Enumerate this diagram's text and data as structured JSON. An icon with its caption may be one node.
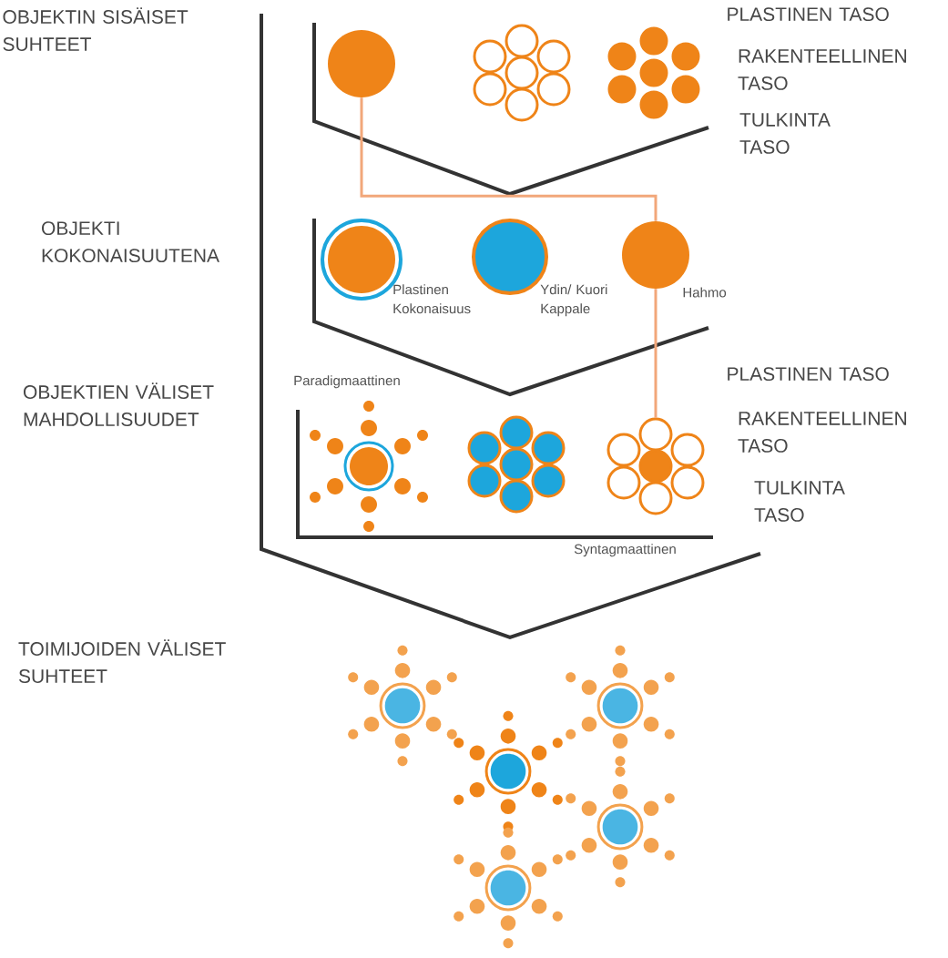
{
  "diagram": {
    "nodes": [
      {
        "text": [],
        "shape": "circle"
      },
      {
        "text": [],
        "shape": "circle",
        "beside": [
          "Hahmo"
        ]
      },
      {
        "text": [],
        "shape": "circle"
      }
    ],
    "edges": [
      {
        "from": 0,
        "to": 1,
        "arrow": "none",
        "color": "#f2a77a"
      },
      {
        "from": 1,
        "to": 2,
        "arrow": "none",
        "color": "#f2a77a"
      }
    ],
    "labels": [
      "OBJEKTIN SISÄISET SUHTEET",
      "PLASTINEN TASO",
      "RAKENTEELLINEN TASO",
      "TULKINTA TASO",
      "OBJEKTI KOKONAISUUTENA",
      "Plastinen Kokonaisuus",
      "Ydin/ Kuori Kappale",
      "Paradigmaattinen",
      "OBJEKTIEN VÄLISET MAHDOLLISUUDET",
      "PLASTINEN TASO",
      "RAKENTEELLINEN TASO",
      "TULKINTA TASO",
      "Syntagmaattinen",
      "TOIMIJOIDEN VÄLISET SUHTEET"
    ]
  }
}
